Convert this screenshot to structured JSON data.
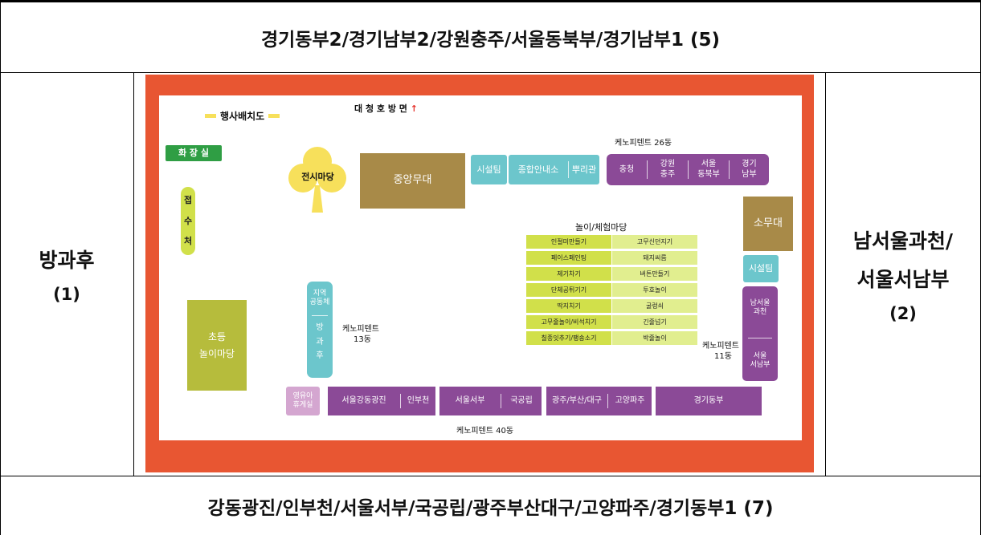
{
  "header": {
    "top": "경기동부2/경기남부2/강원충주/서울동북부/경기남부1  (5)",
    "bottom": "강동광진/인부천/서울서부/국공립/광주부산대구/고양파주/경기동부1  (7)"
  },
  "left": {
    "line1": "방과후",
    "line2": "(1)"
  },
  "right": {
    "line1": "남서울과천/",
    "line2": "서울서남부",
    "line3": "(2)"
  },
  "map": {
    "legend": "행사배치도",
    "direction": "대 청 호 방 면",
    "arrow": "↑",
    "restroom": "화 장 실",
    "reception": [
      "접",
      "수",
      "처"
    ],
    "exhibit": "전시마당",
    "main_stage": "중앙무대",
    "facility1": "시설팀",
    "info": "종합안내소",
    "roots": "뿌리관",
    "tent26": "케노피텐트  26동",
    "tent26_boxes": [
      "충청",
      "강원\n충주",
      "서울\n동북부",
      "경기\n남부"
    ],
    "small_stage": "소무대",
    "facility2": "시설팀",
    "play_area_title": "놀이/체험마당",
    "activities_left": [
      "인절미만들기",
      "페이스페인팅",
      "제기차기",
      "단체공튀기기",
      "딱지치기",
      "고무줄놀이/비석치기",
      "칠종잇추기/팽송소기"
    ],
    "activities_right": [
      "고무신던지기",
      "돼지씨름",
      "버튼만들기",
      "투호놀이",
      "굴렁쇠",
      "긴줄넘기",
      "박줄놀이"
    ],
    "community": "지역\n공동체",
    "afterschool": [
      "방",
      "과",
      "후"
    ],
    "tent13_line1": "케노피텐트",
    "tent13_line2": "13동",
    "tent11_line1": "케노피텐트",
    "tent11_line2": "11동",
    "south_seoul": "남서울\n과천",
    "seoul_sw": "서울\n서남부",
    "elem_play": "초등\n놀이마당",
    "infant_room": "영유아\n휴게실",
    "bottom_boxes": [
      "서울강동광진",
      "인부천",
      "서울서부",
      "국공립",
      "광주/부산/대구",
      "고양파주",
      "경기동부"
    ],
    "tent40": "케노피텐트 40동"
  },
  "colors": {
    "frame": "#e85632",
    "purple": "#8b4a97",
    "teal": "#6cc6cc",
    "olive": "#a88a48",
    "green": "#2f9e44",
    "lime": "#d1e04a",
    "lightlime": "#e1ee8f",
    "elem_green": "#b6bc3c",
    "pink": "#d4a6d0",
    "yellow": "#f7e05b"
  }
}
